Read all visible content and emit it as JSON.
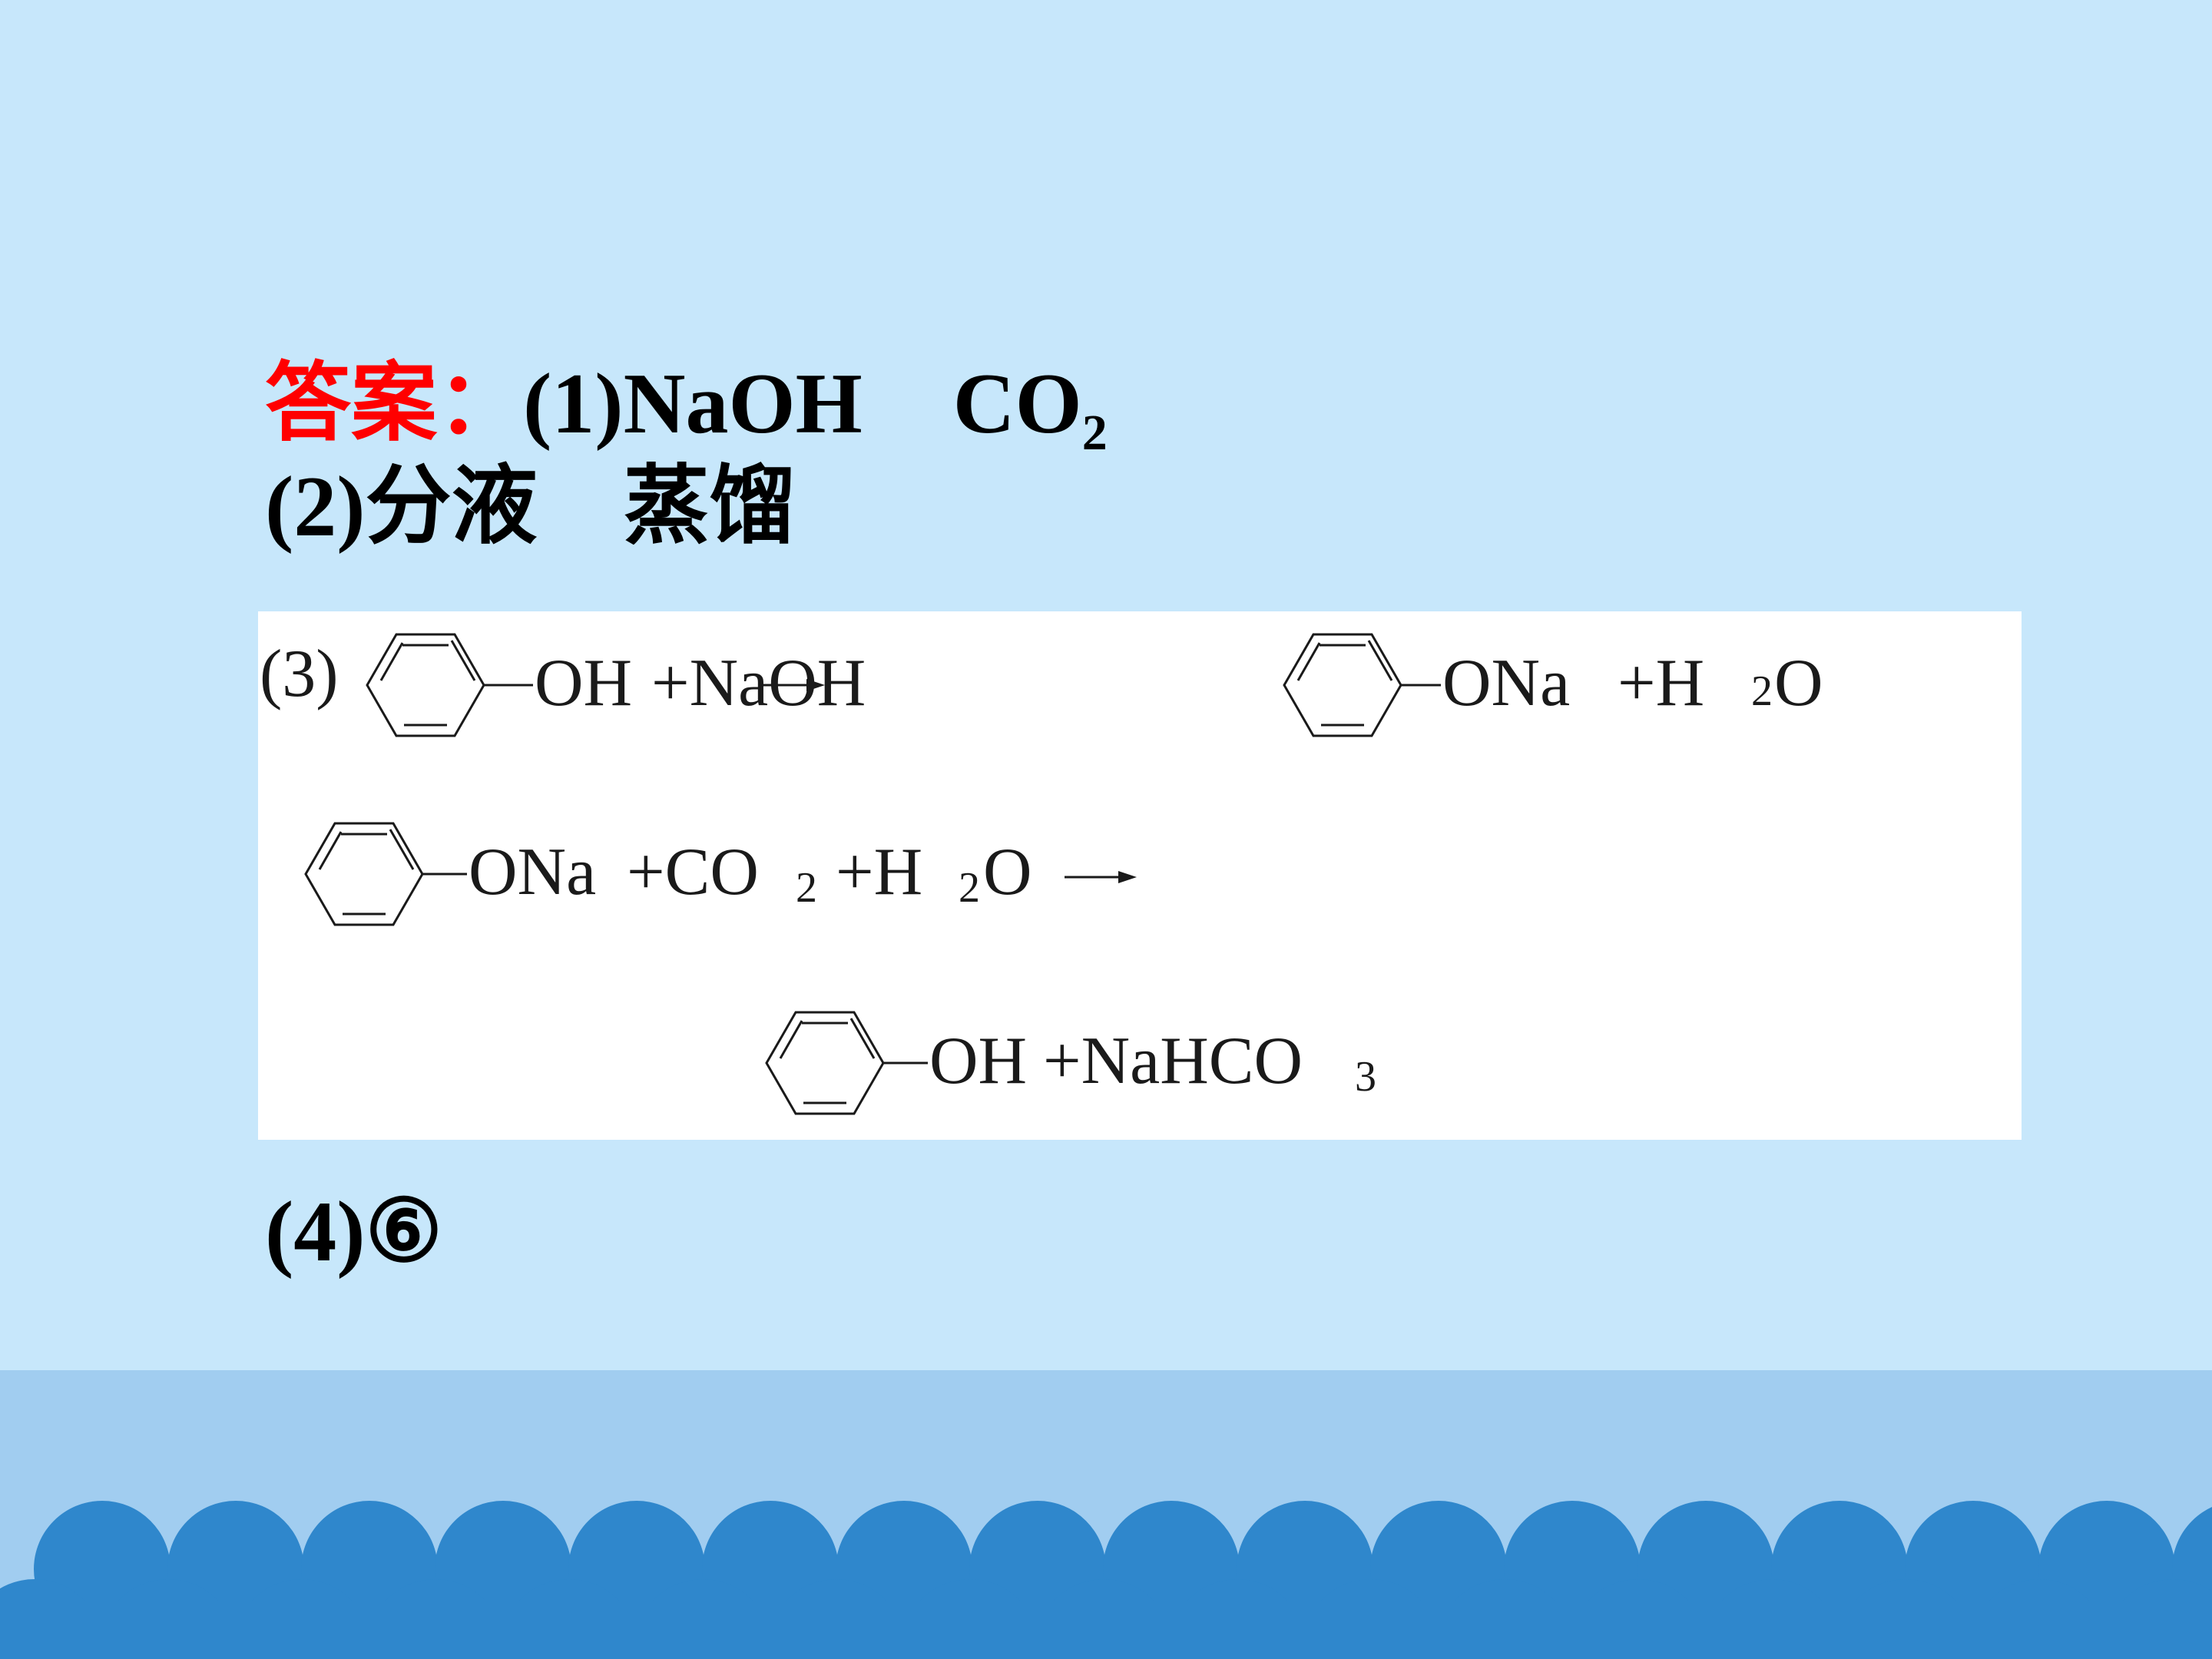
{
  "answer": {
    "label": "答案：",
    "l1": {
      "prefix": "(1)NaOH",
      "co": "CO",
      "sub": "2"
    },
    "l2": "(2)分液　蒸馏",
    "l4": "(4)⑥"
  },
  "equations": {
    "e1": {
      "num": "(3)",
      "oh": "OH",
      "plus_naoh": "+NaOH",
      "ona": "ONa",
      "plus_h": "+H",
      "two": "2",
      "o": "O"
    },
    "e2": {
      "ona": "ONa",
      "plus_co": "+CO",
      "two_a": "2",
      "plus_h": "+H",
      "two_b": "2",
      "o": "O"
    },
    "e3": {
      "oh": "OH",
      "plus_nahco": "+NaHCO",
      "three": "3"
    }
  },
  "colors": {
    "background": "#c7e7fb",
    "label": "#ff0000",
    "footer": "#a1cdf0",
    "waves": "#2f87cc"
  }
}
